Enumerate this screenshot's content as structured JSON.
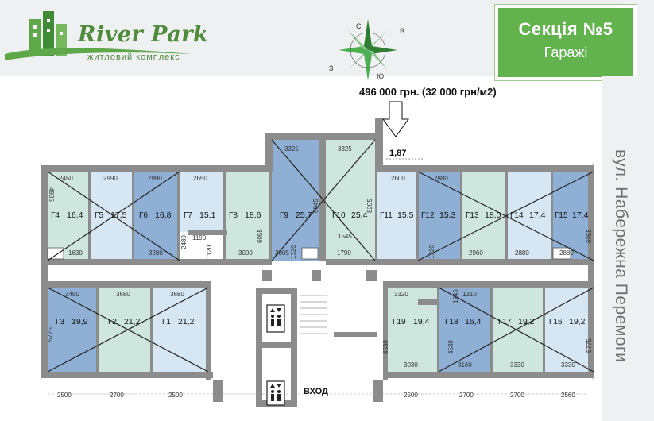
{
  "brand": {
    "name": "River Park",
    "subtitle": "житловий комплекс"
  },
  "section": {
    "title": "Секція  №5",
    "subtitle": "Гаражі"
  },
  "price": "496 000 грн. (32 000 грн/м2)",
  "street": "вул. Набережна Перемоги",
  "compass": {
    "n": "С",
    "e": "В",
    "s": "Ю",
    "w": "З"
  },
  "marker": {
    "width": "1,87"
  },
  "entrance": "ВХОД",
  "colors": {
    "wall": "#8c8c8c",
    "teal": "#cfe6df",
    "light_blue": "#d6e6f2",
    "blue": "#8fb0d4",
    "green": "#62b34d"
  },
  "top_units": [
    {
      "id": "Г4",
      "area": "16,4",
      "w": "2450",
      "b": "1630"
    },
    {
      "id": "Г5",
      "area": "17,5",
      "w": "2990",
      "b": ""
    },
    {
      "id": "Г6",
      "area": "16,8",
      "w": "2990",
      "b": "3280"
    },
    {
      "id": "Г7",
      "area": "15,1",
      "w": "2650",
      "b": ""
    },
    {
      "id": "Г8",
      "area": "18,6",
      "w": "",
      "b": "3000"
    },
    {
      "id": "Г9",
      "area": "25,7",
      "w": "3325",
      "b": "2805"
    },
    {
      "id": "Г10",
      "area": "25,4",
      "w": "3325",
      "b": "1790"
    },
    {
      "id": "Г11",
      "area": "15,5",
      "w": "2600",
      "b": ""
    },
    {
      "id": "Г12",
      "area": "15,3",
      "w": "2880",
      "b": ""
    },
    {
      "id": "Г13",
      "area": "18,0",
      "w": "",
      "b": "2960"
    },
    {
      "id": "Г14",
      "area": "17,4",
      "w": "",
      "b": "2880"
    },
    {
      "id": "Г15",
      "area": "17,4",
      "w": "",
      "b": "2880"
    }
  ],
  "bottom_units": [
    {
      "id": "Г3",
      "area": "19,9",
      "w": "3450"
    },
    {
      "id": "Г2",
      "area": "21,2",
      "w": "3680"
    },
    {
      "id": "Г1",
      "area": "21,2",
      "w": "3680"
    },
    {
      "id": "Г19",
      "area": "19,4",
      "w": "3320",
      "b": "3030"
    },
    {
      "id": "Г18",
      "area": "16,4",
      "w": "1310",
      "b": "3160"
    },
    {
      "id": "Г17",
      "area": "19,2",
      "w": "",
      "b": "3330"
    },
    {
      "id": "Г16",
      "area": "19,2",
      "w": "",
      "b": "3330"
    }
  ],
  "vertical_dims": {
    "d4935": "4935",
    "d6055a": "6055",
    "d6945": "6945",
    "d8205": "8205",
    "d6055b": "6055",
    "d5775a": "5775",
    "d4530a": "4530",
    "d4530b": "4530",
    "d5775b": "5775",
    "d1245": "1245",
    "d2480": "2480",
    "d1320a": "1320",
    "d1320b": "1320"
  },
  "misc_dims": {
    "d1190": "1190",
    "d1120": "1120",
    "d1545": "1545"
  },
  "footer_dims": [
    "2500",
    "2700",
    "2500",
    "2500",
    "2700",
    "2700",
    "2560"
  ]
}
